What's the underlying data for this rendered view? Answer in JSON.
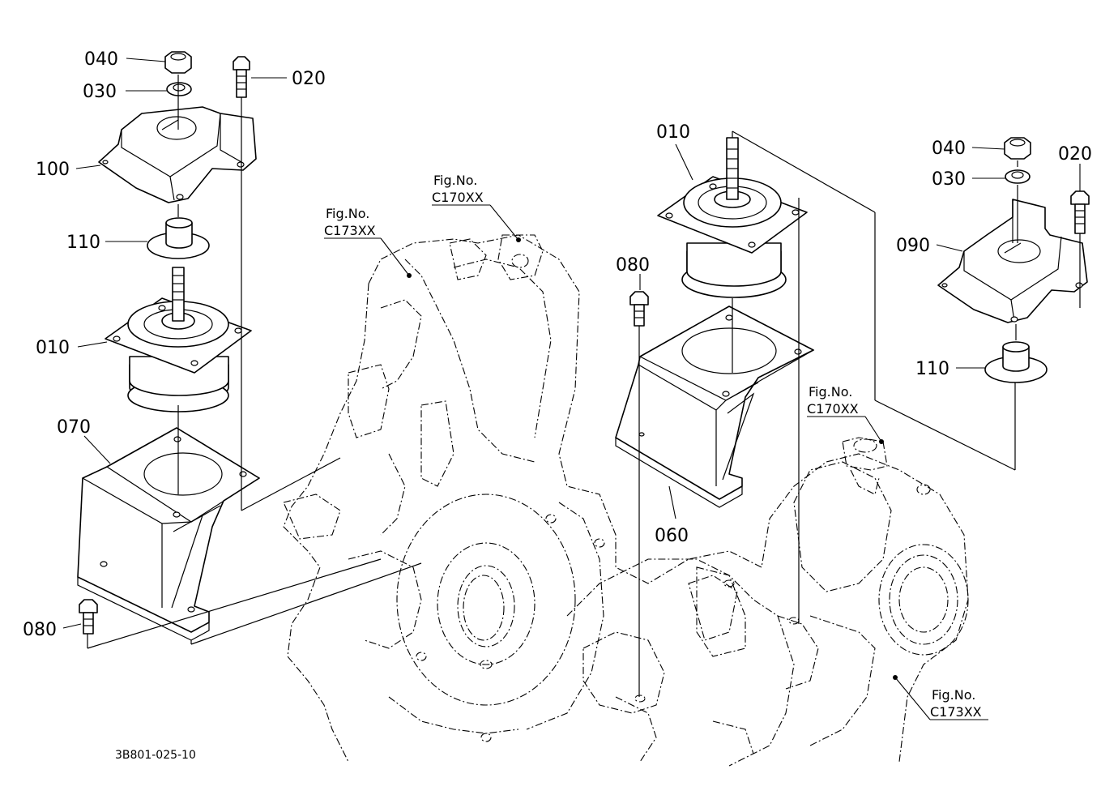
{
  "labels": {
    "l040_left": "040",
    "l030_left": "030",
    "l020_left": "020",
    "l100": "100",
    "l110_left": "110",
    "l010_left": "010",
    "l070": "070",
    "l080_left": "080",
    "l010_mid": "010",
    "l080_mid": "080",
    "l060": "060",
    "l040_right": "040",
    "l030_right": "030",
    "l020_right": "020",
    "l090": "090",
    "l110_right": "110"
  },
  "figure_refs": {
    "ref1_top": "Fig.No.",
    "ref1_bottom": "C173XX",
    "ref2_top": "Fig.No.",
    "ref2_bottom": "C170XX",
    "ref3_top": "Fig.No.",
    "ref3_bottom": "C170XX",
    "ref4_top": "Fig.No.",
    "ref4_bottom": "C173XX"
  },
  "diagram_code": "3B801-025-10"
}
